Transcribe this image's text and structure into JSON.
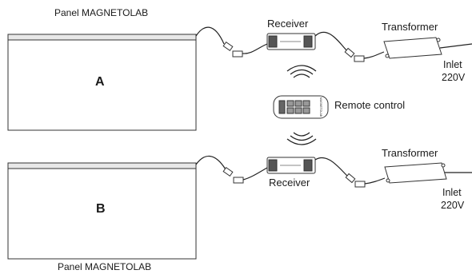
{
  "panel_a": {
    "title": "Panel MAGNETOLAB",
    "letter": "A"
  },
  "panel_b": {
    "title": "Panel MAGNETOLAB",
    "letter": "B"
  },
  "top_chain": {
    "receiver": "Receiver",
    "transformer": "Transformer",
    "inlet_line1": "Inlet",
    "inlet_line2": "220V"
  },
  "bottom_chain": {
    "receiver": "Receiver",
    "transformer": "Transformer",
    "inlet_line1": "Inlet",
    "inlet_line2": "220V"
  },
  "remote": {
    "label": "Remote control",
    "brand": "MAGNETOLAB"
  }
}
